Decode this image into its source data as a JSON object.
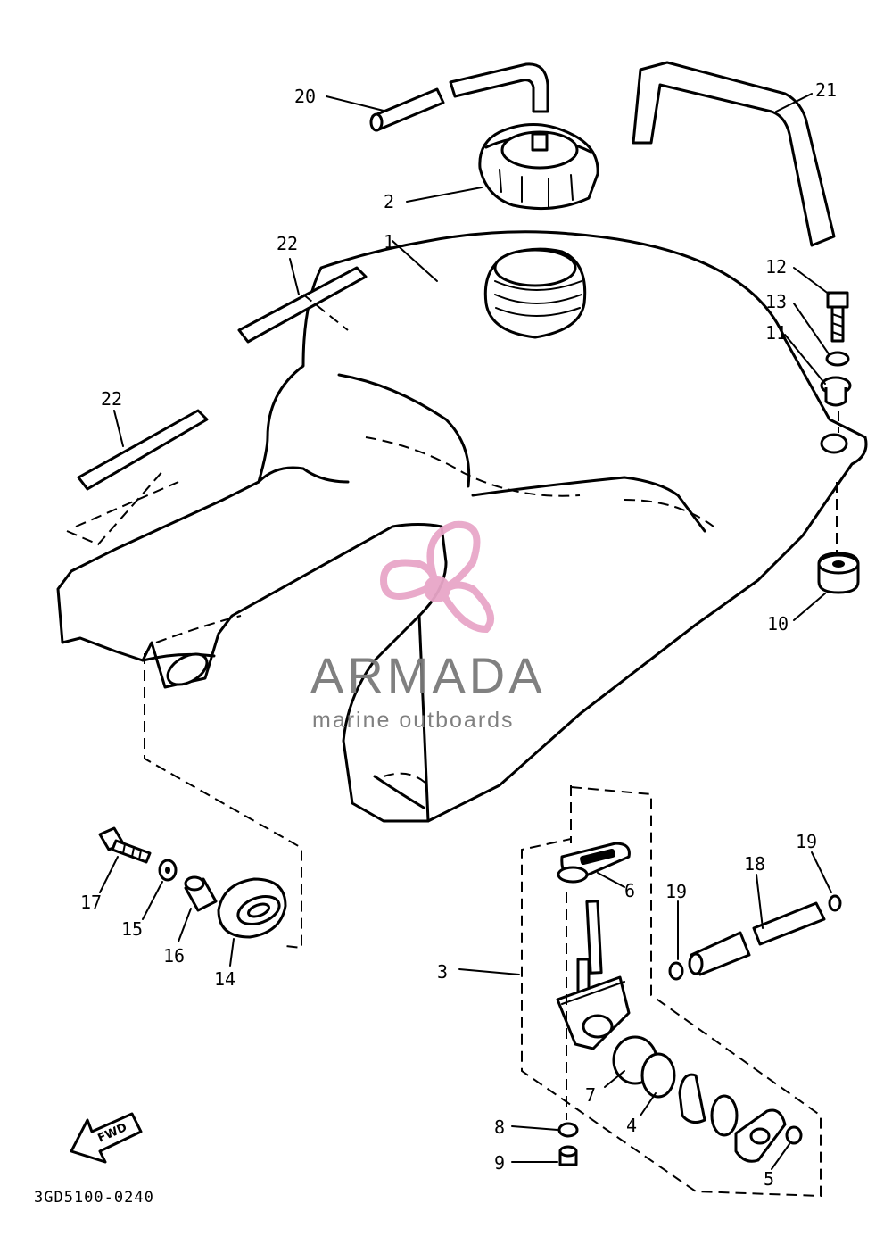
{
  "diagram": {
    "drawing_code": "3GD5100-0240",
    "fwd_label": "FWD",
    "callouts": {
      "c1": "1",
      "c2": "2",
      "c3": "3",
      "c4": "4",
      "c5": "5",
      "c6": "6",
      "c7": "7",
      "c8": "8",
      "c9": "9",
      "c10": "10",
      "c11": "11",
      "c12": "12",
      "c13": "13",
      "c14": "14",
      "c15": "15",
      "c16": "16",
      "c17": "17",
      "c18": "18",
      "c19a": "19",
      "c19b": "19",
      "c20": "20",
      "c21": "21",
      "c22a": "22",
      "c22b": "22"
    }
  },
  "watermark": {
    "brand": "ARMADA",
    "tagline": "marine outboards",
    "brand_color": "#7a7a7a",
    "logo_color": "#e8a6c8"
  }
}
